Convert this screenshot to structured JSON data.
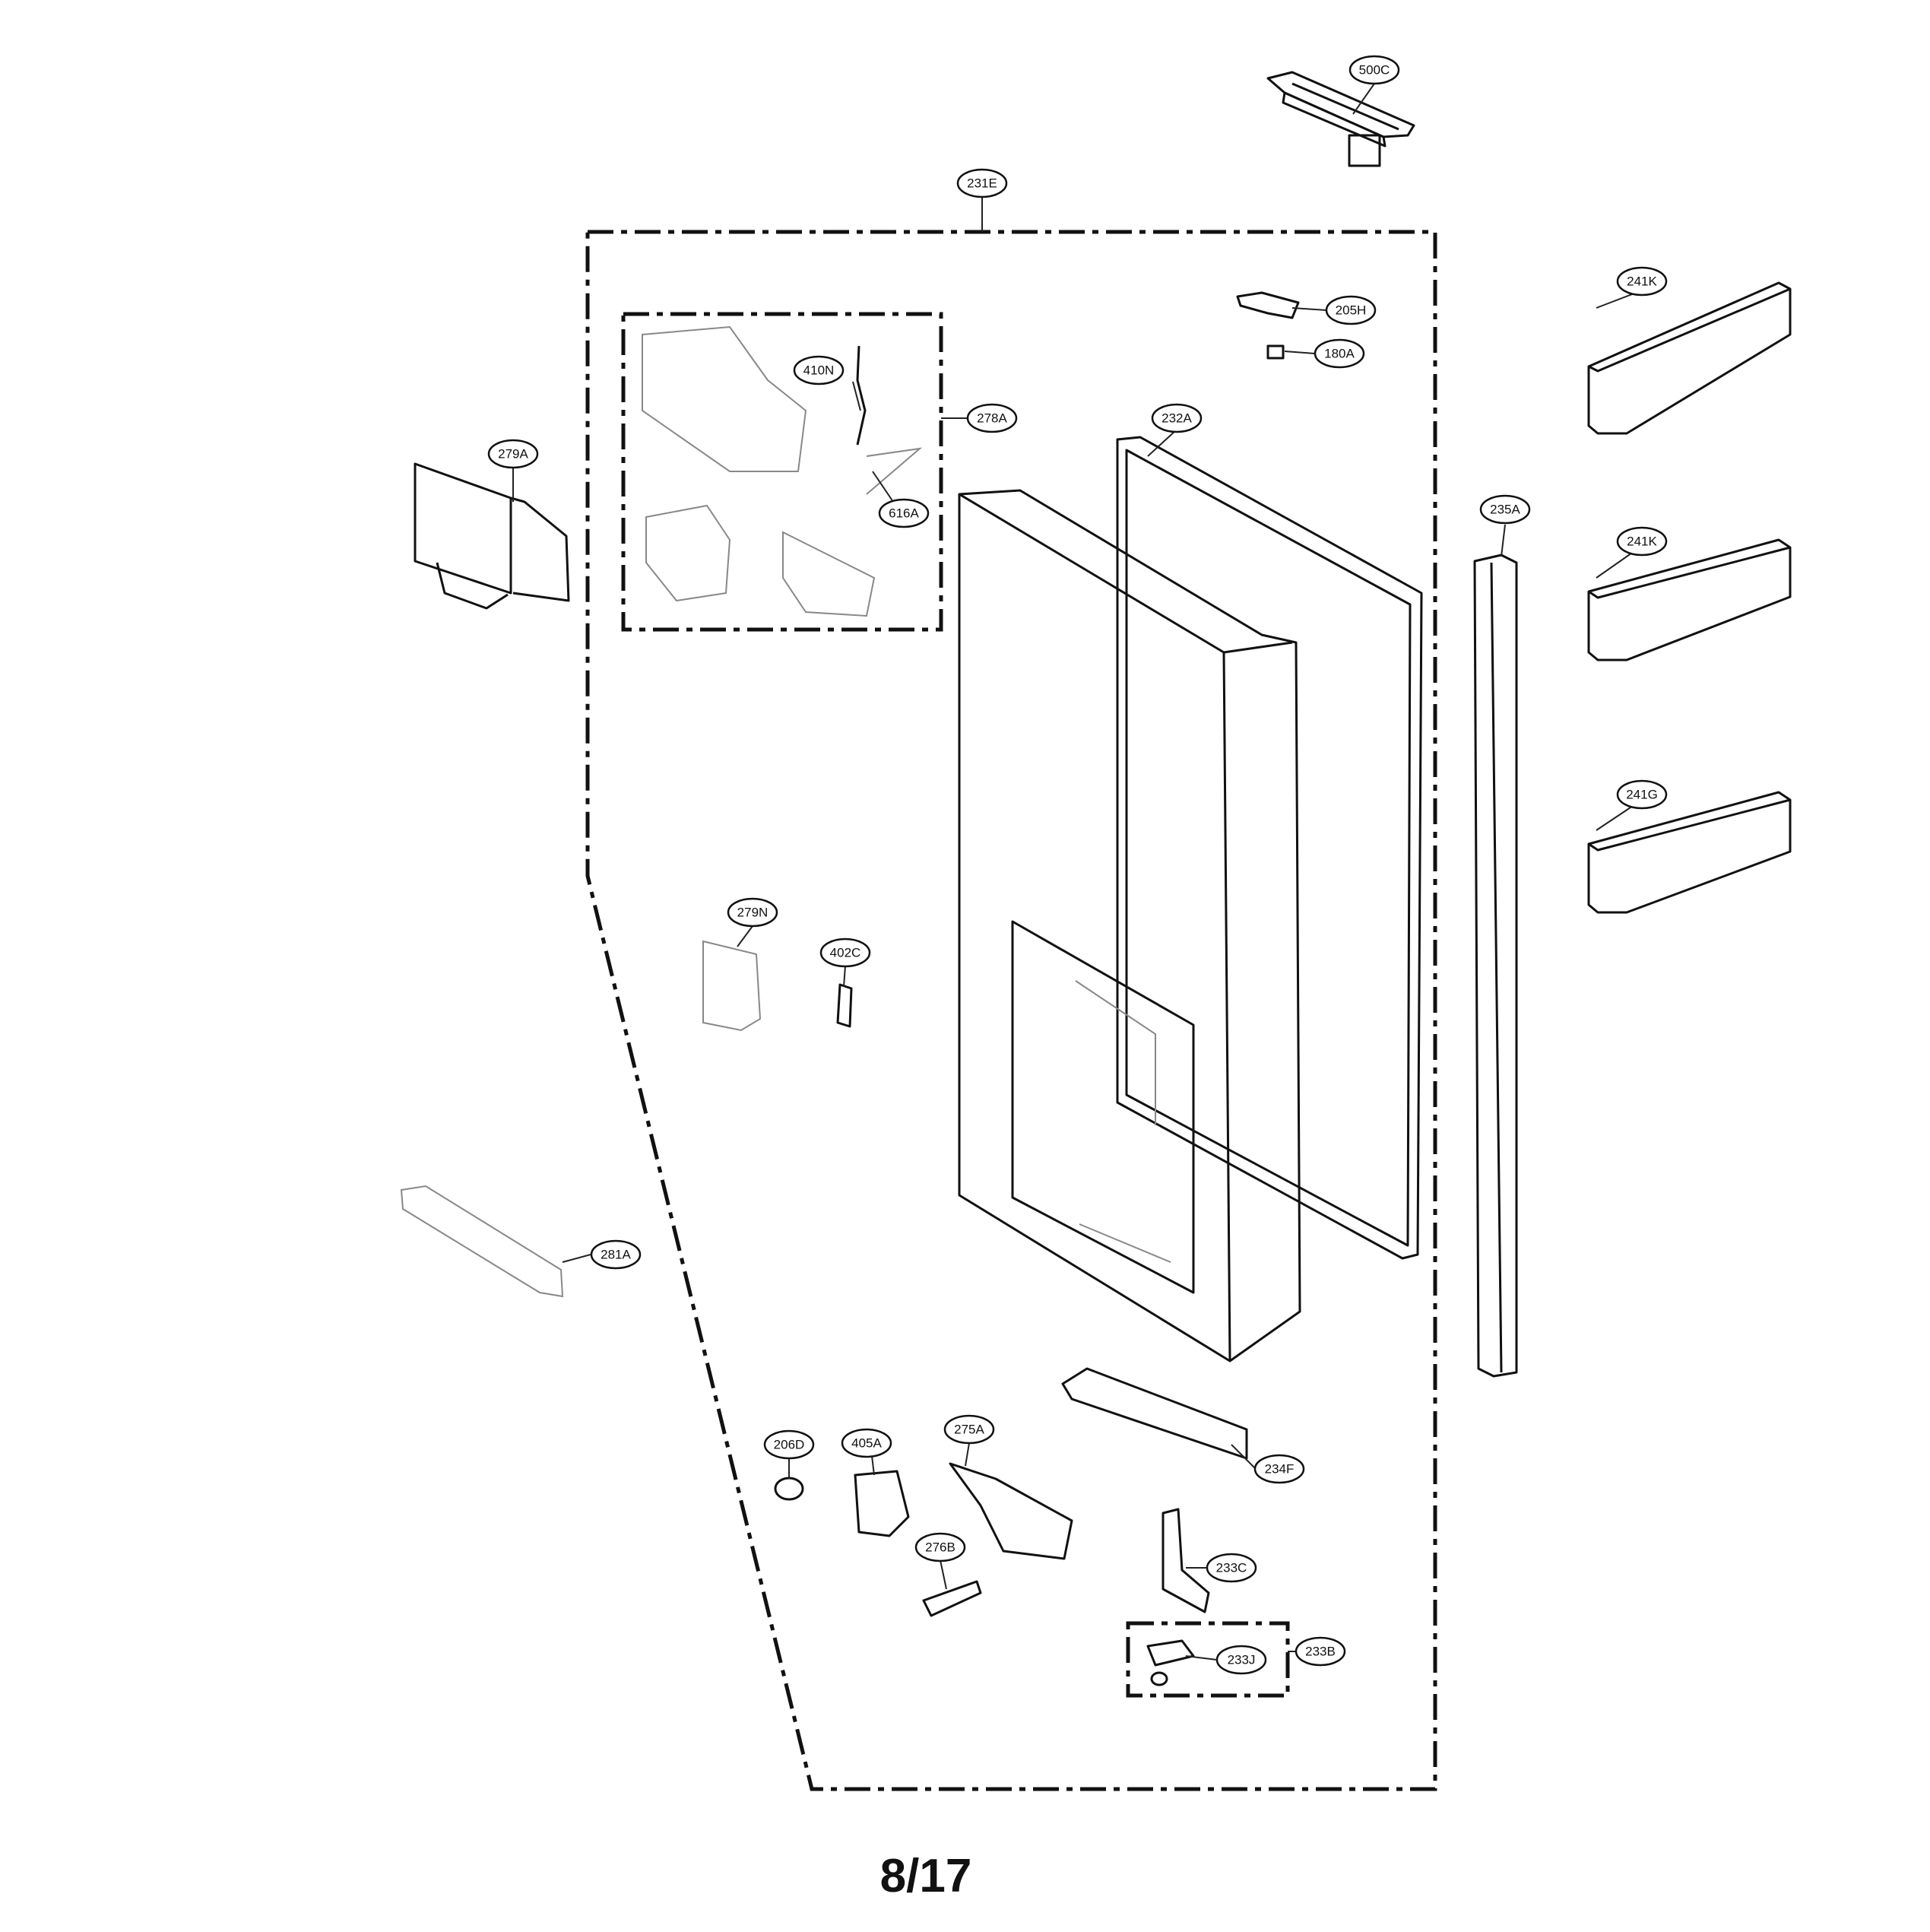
{
  "callouts": [
    {
      "label": "500C"
    },
    {
      "label": "231E"
    },
    {
      "label": "205H"
    },
    {
      "label": "180A"
    },
    {
      "label": "241K"
    },
    {
      "label": "410N"
    },
    {
      "label": "278A"
    },
    {
      "label": "232A"
    },
    {
      "label": "279A"
    },
    {
      "label": "616A"
    },
    {
      "label": "235A"
    },
    {
      "label": "241K"
    },
    {
      "label": "241G"
    },
    {
      "label": "279N"
    },
    {
      "label": "402C"
    },
    {
      "label": "281A"
    },
    {
      "label": "206D"
    },
    {
      "label": "405A"
    },
    {
      "label": "275A"
    },
    {
      "label": "234F"
    },
    {
      "label": "276B"
    },
    {
      "label": "233C"
    },
    {
      "label": "233J"
    },
    {
      "label": "233B"
    }
  ],
  "page_number": "8/17"
}
